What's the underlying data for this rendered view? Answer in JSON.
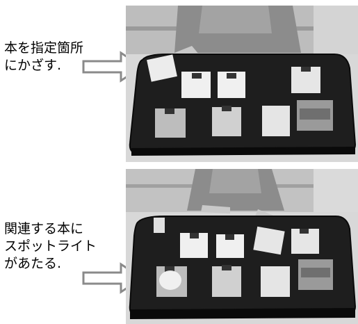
{
  "captions": {
    "top": "本を指定箇所\nにかざす.",
    "bottom": "関連する本に\nスポットライト\nがあたる."
  },
  "photos": [
    {
      "name": "photo-hold-book"
    },
    {
      "name": "photo-spotlight"
    }
  ],
  "colors": {
    "table": "#1e1e1e",
    "table_edge": "#0a0a0a",
    "background": "#cfcfcf",
    "arrow": "#8a8a8a",
    "spotlight": "#f2f2f2"
  }
}
